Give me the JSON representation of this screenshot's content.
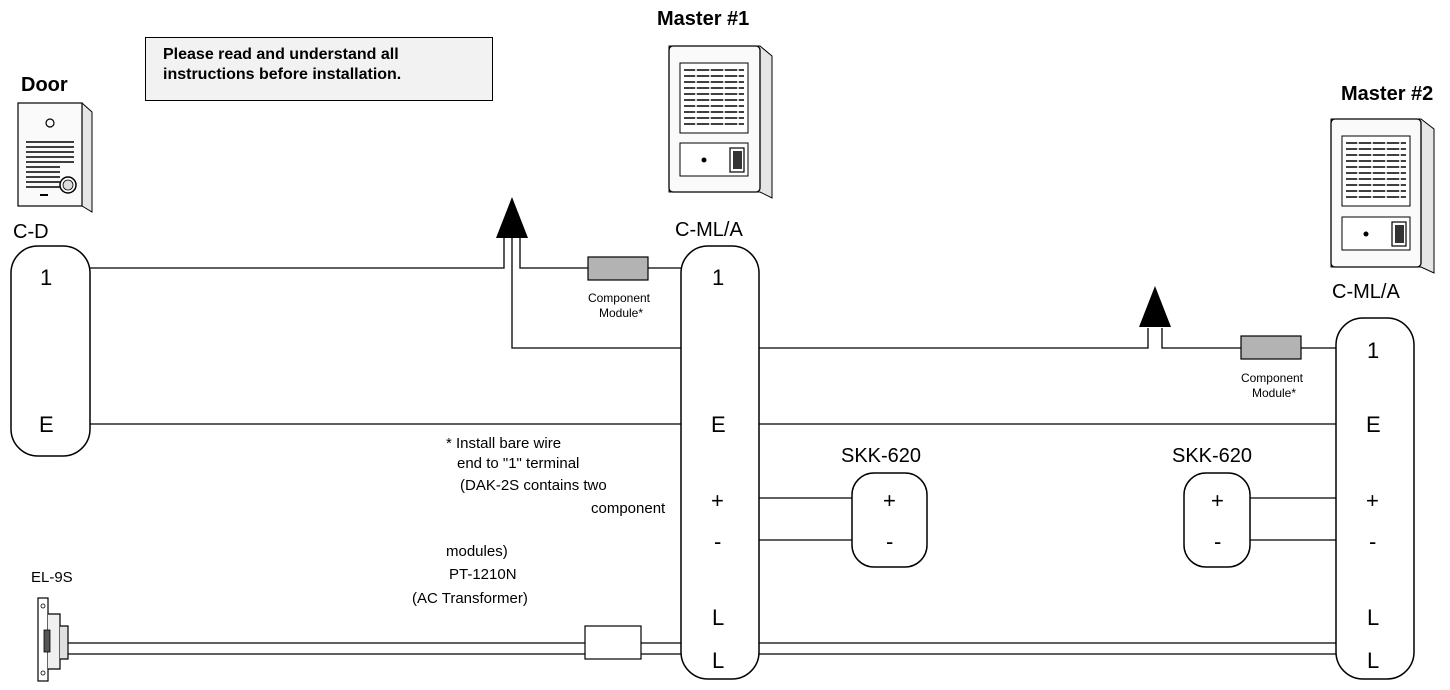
{
  "notice": {
    "line1": "Please read and understand all",
    "line2": "instructions before installation."
  },
  "door": {
    "title": "Door",
    "model": "C-D",
    "terminals": [
      "1",
      "E"
    ]
  },
  "master1": {
    "title": "Master #1",
    "model": "C-ML/A",
    "terminals": [
      "1",
      "E",
      "+",
      "-",
      "L",
      "L"
    ]
  },
  "master2": {
    "title": "Master #2",
    "model": "C-ML/A",
    "terminals": [
      "1",
      "E",
      "+",
      "-",
      "L",
      "L"
    ]
  },
  "component_module": {
    "line1": "Component",
    "line2": "Module*"
  },
  "skk_left": {
    "model": "SKK-620",
    "terminals": [
      "+",
      "-"
    ]
  },
  "skk_right": {
    "model": "SKK-620",
    "terminals": [
      "+",
      "-"
    ]
  },
  "install_note": {
    "line1": "* Install bare wire",
    "line2": "end to \"1\" terminal",
    "line3": "(DAK-2S contains two",
    "line4": "component",
    "line5": "modules)"
  },
  "transformer": {
    "model": "PT-1210N",
    "desc": "(AC Transformer)"
  },
  "lock": {
    "model": "EL-9S"
  },
  "colors": {
    "module_fill": "#b3b3b3",
    "notice_fill": "#f2f2f2",
    "wire": "#000000"
  }
}
